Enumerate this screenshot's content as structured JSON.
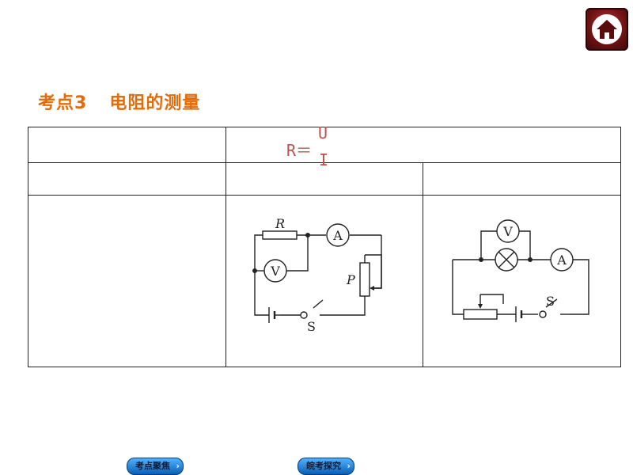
{
  "header": {
    "title_label": "考点3",
    "title_text": "电阻的测量"
  },
  "table": {
    "formula": {
      "lhs": "R＝",
      "numerator": "U",
      "denominator": "I"
    }
  },
  "circuit_left": {
    "resistor_label": "R",
    "ammeter_label": "A",
    "voltmeter_label": "V",
    "rheostat_label": "P",
    "switch_label": "S"
  },
  "circuit_right": {
    "voltmeter_label": "V",
    "ammeter_label": "A",
    "switch_label": "S"
  },
  "footer": {
    "focus_button": "考点聚焦",
    "explore_button": "皖考探究"
  },
  "colors": {
    "accent": "#e36c0a",
    "formula": "#c0504d",
    "nav": "#0a5fb5"
  }
}
